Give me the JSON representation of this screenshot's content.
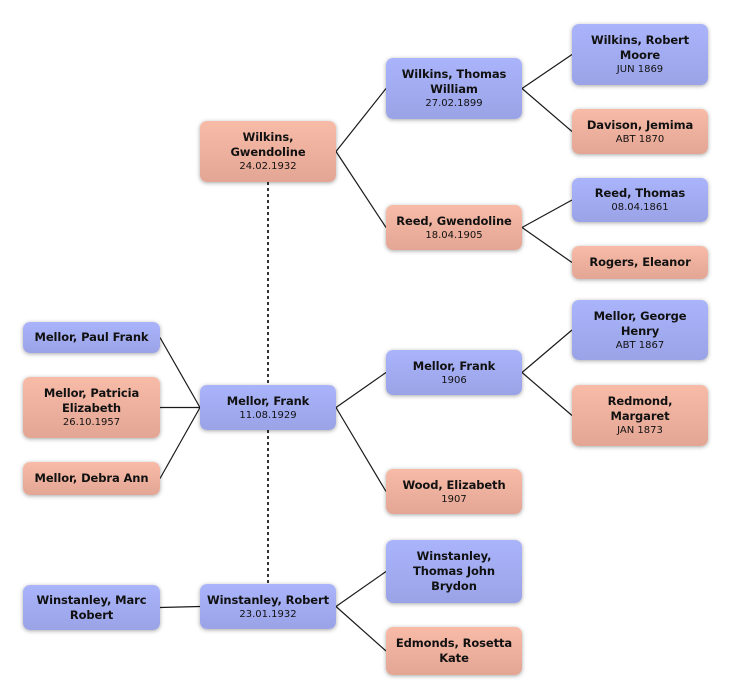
{
  "colors": {
    "male": "#a4adf4",
    "female": "#f1b4a1",
    "line": "#1a1a1a"
  },
  "people": {
    "paul_frank": {
      "name": "Mellor, Paul Frank",
      "date": "",
      "sex": "male"
    },
    "patricia": {
      "name": "Mellor, Patricia Elizabeth",
      "date": "26.10.1957",
      "sex": "female"
    },
    "debra": {
      "name": "Mellor, Debra Ann",
      "date": "",
      "sex": "female"
    },
    "marc": {
      "name": "Winstanley, Marc Robert",
      "date": "",
      "sex": "male"
    },
    "gwendoline_w": {
      "name": "Wilkins, Gwendoline",
      "date": "24.02.1932",
      "sex": "female"
    },
    "frank_1929": {
      "name": "Mellor, Frank",
      "date": "11.08.1929",
      "sex": "male"
    },
    "robert_w": {
      "name": "Winstanley, Robert",
      "date": "23.01.1932",
      "sex": "male"
    },
    "thomas_william": {
      "name": "Wilkins, Thomas William",
      "date": "27.02.1899",
      "sex": "male"
    },
    "gwendoline_r": {
      "name": "Reed, Gwendoline",
      "date": "18.04.1905",
      "sex": "female"
    },
    "frank_1906": {
      "name": "Mellor, Frank",
      "date": "1906",
      "sex": "male"
    },
    "elizabeth_wood": {
      "name": "Wood, Elizabeth",
      "date": "1907",
      "sex": "female"
    },
    "thomas_john": {
      "name": "Winstanley, Thomas John Brydon",
      "date": "",
      "sex": "male"
    },
    "rosetta": {
      "name": "Edmonds, Rosetta Kate",
      "date": "",
      "sex": "female"
    },
    "robert_moore": {
      "name": "Wilkins, Robert Moore",
      "date": "JUN 1869",
      "sex": "male"
    },
    "jemima": {
      "name": "Davison, Jemima",
      "date": "ABT 1870",
      "sex": "female"
    },
    "thomas_reed": {
      "name": "Reed, Thomas",
      "date": "08.04.1861",
      "sex": "male"
    },
    "eleanor": {
      "name": "Rogers, Eleanor",
      "date": "",
      "sex": "female"
    },
    "george_henry": {
      "name": "Mellor, George Henry",
      "date": "ABT 1867",
      "sex": "male"
    },
    "margaret": {
      "name": "Redmond, Margaret",
      "date": "JAN 1873",
      "sex": "female"
    }
  },
  "links": [
    {
      "from": "paul_frank",
      "to": "frank_1929",
      "style": "solid"
    },
    {
      "from": "patricia",
      "to": "frank_1929",
      "style": "solid"
    },
    {
      "from": "debra",
      "to": "frank_1929",
      "style": "solid"
    },
    {
      "from": "marc",
      "to": "robert_w",
      "style": "solid"
    },
    {
      "from": "gwendoline_w",
      "to": "thomas_william",
      "style": "solid"
    },
    {
      "from": "gwendoline_w",
      "to": "gwendoline_r",
      "style": "solid"
    },
    {
      "from": "frank_1929",
      "to": "frank_1906",
      "style": "solid"
    },
    {
      "from": "frank_1929",
      "to": "elizabeth_wood",
      "style": "solid"
    },
    {
      "from": "robert_w",
      "to": "thomas_john",
      "style": "solid"
    },
    {
      "from": "robert_w",
      "to": "rosetta",
      "style": "solid"
    },
    {
      "from": "thomas_william",
      "to": "robert_moore",
      "style": "solid"
    },
    {
      "from": "thomas_william",
      "to": "jemima",
      "style": "solid"
    },
    {
      "from": "gwendoline_r",
      "to": "thomas_reed",
      "style": "solid"
    },
    {
      "from": "gwendoline_r",
      "to": "eleanor",
      "style": "solid"
    },
    {
      "from": "frank_1906",
      "to": "george_henry",
      "style": "solid"
    },
    {
      "from": "frank_1906",
      "to": "margaret",
      "style": "solid"
    },
    {
      "from": "gwendoline_w",
      "to": "frank_1929",
      "style": "dotted"
    },
    {
      "from": "frank_1929",
      "to": "robert_w",
      "style": "dotted"
    }
  ]
}
